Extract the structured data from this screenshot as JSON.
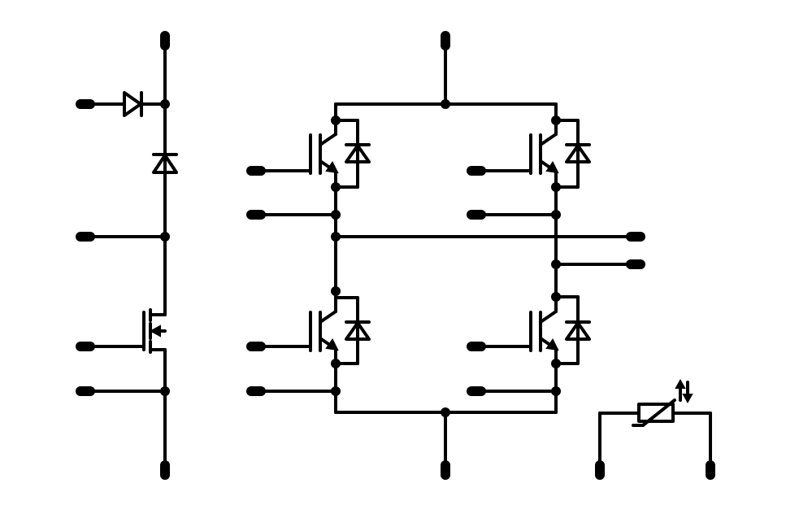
{
  "diagram": {
    "type": "power-module-schematic",
    "components": {
      "left_branch": [
        "diode",
        "diode",
        "mosfet"
      ],
      "full_bridge": [
        "igbt-with-freewheel-diode",
        "igbt-with-freewheel-diode",
        "igbt-with-freewheel-diode",
        "igbt-with-freewheel-diode"
      ],
      "sensor": [
        "ntc-thermistor"
      ]
    },
    "colors": {
      "line": "#000000",
      "background": "#ffffff"
    }
  }
}
